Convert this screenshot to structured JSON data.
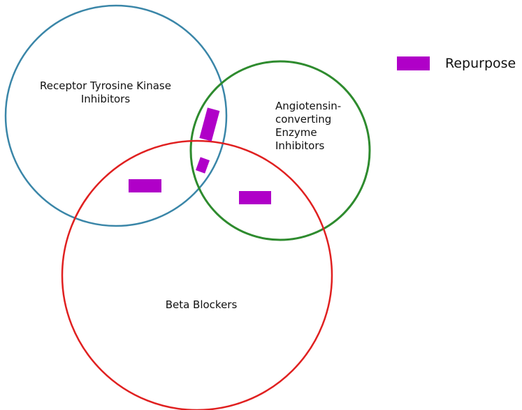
{
  "sets": {
    "rtk": {
      "line1": "Receptor Tyrosine Kinase",
      "line2": "Inhibitors",
      "stroke_color": "#3a86a8"
    },
    "ace": {
      "line1": "Angiotensin-",
      "line2": "converting",
      "line3": "Enzyme",
      "line4": "Inhibitors",
      "stroke_color": "#2e8b2e"
    },
    "beta": {
      "line1": "Beta Blockers",
      "stroke_color": "#e02020"
    }
  },
  "legend": {
    "label": "Repurpose",
    "color": "#b000c8"
  }
}
